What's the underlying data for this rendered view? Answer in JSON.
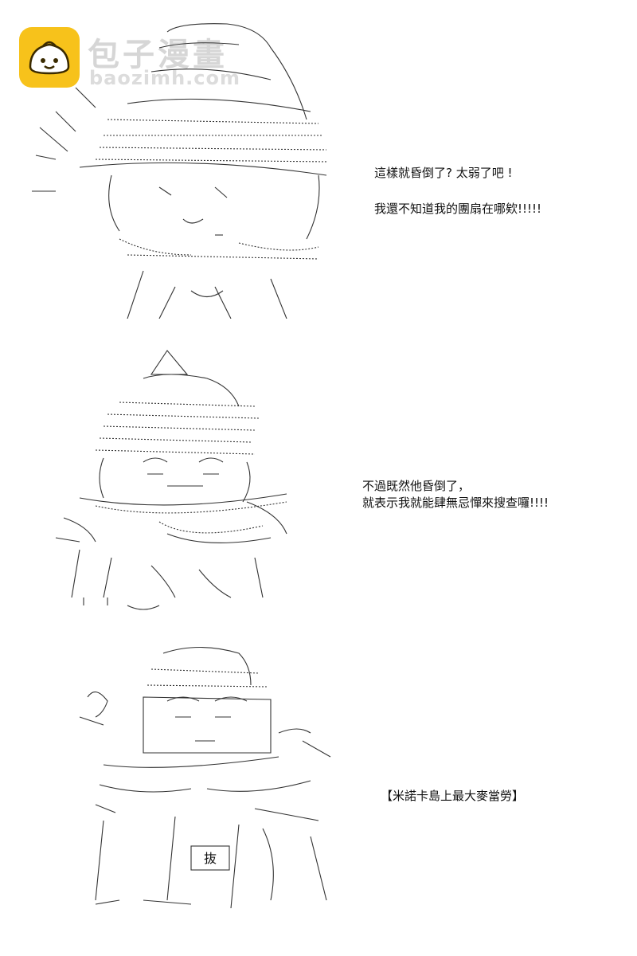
{
  "watermark": {
    "brand_cn": "包子漫畫",
    "brand_url": "baozimh.com",
    "logo_icon": "bun-mascot-icon",
    "logo_color": "#f7c21b"
  },
  "panels": [
    {
      "captions": [
        "這樣就昏倒了? 太弱了吧 !",
        "我還不知道我的團扇在哪欸!!!!!"
      ]
    },
    {
      "captions": [
        "不過既然他昏倒了，",
        "就表示我就能肆無忌憚來搜查囉!!!!"
      ]
    },
    {
      "captions": [
        "【米諾卡島上最大麥當勞】"
      ],
      "sign_text": "抜"
    }
  ]
}
